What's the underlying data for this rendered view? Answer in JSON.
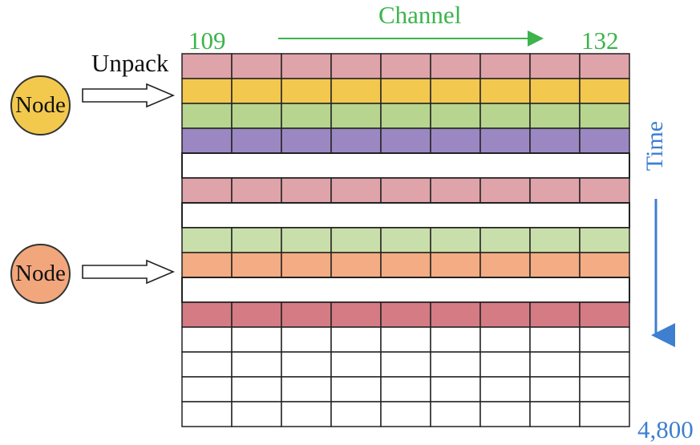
{
  "labels": {
    "channel_title": "Channel",
    "channel_start": "109",
    "channel_end": "132",
    "unpack": "Unpack",
    "time": "Time",
    "time_end": "4,800"
  },
  "nodes": [
    {
      "label": "Node",
      "color": "#f3c94d"
    },
    {
      "label": "Node",
      "color": "#f2a67c"
    }
  ],
  "colors": {
    "channel_accent": "#3cb44b",
    "time_accent": "#3e7fd0",
    "grid_line": "#222222"
  },
  "rows": [
    {
      "type": "cells",
      "color": "#dfa3aa"
    },
    {
      "type": "cells",
      "color": "#f3c84f"
    },
    {
      "type": "cells",
      "color": "#b7d58f"
    },
    {
      "type": "cells",
      "color": "#9b88c3"
    },
    {
      "type": "empty",
      "color": "#ffffff"
    },
    {
      "type": "cells",
      "color": "#dfa3aa"
    },
    {
      "type": "empty",
      "color": "#ffffff"
    },
    {
      "type": "cells",
      "color": "#c9dfab"
    },
    {
      "type": "cells",
      "color": "#f3ac83"
    },
    {
      "type": "empty",
      "color": "#ffffff"
    },
    {
      "type": "cells",
      "color": "#d47b84"
    },
    {
      "type": "cells",
      "color": "#ffffff"
    },
    {
      "type": "cells",
      "color": "#ffffff"
    },
    {
      "type": "cells",
      "color": "#ffffff"
    },
    {
      "type": "cells",
      "color": "#ffffff"
    }
  ]
}
